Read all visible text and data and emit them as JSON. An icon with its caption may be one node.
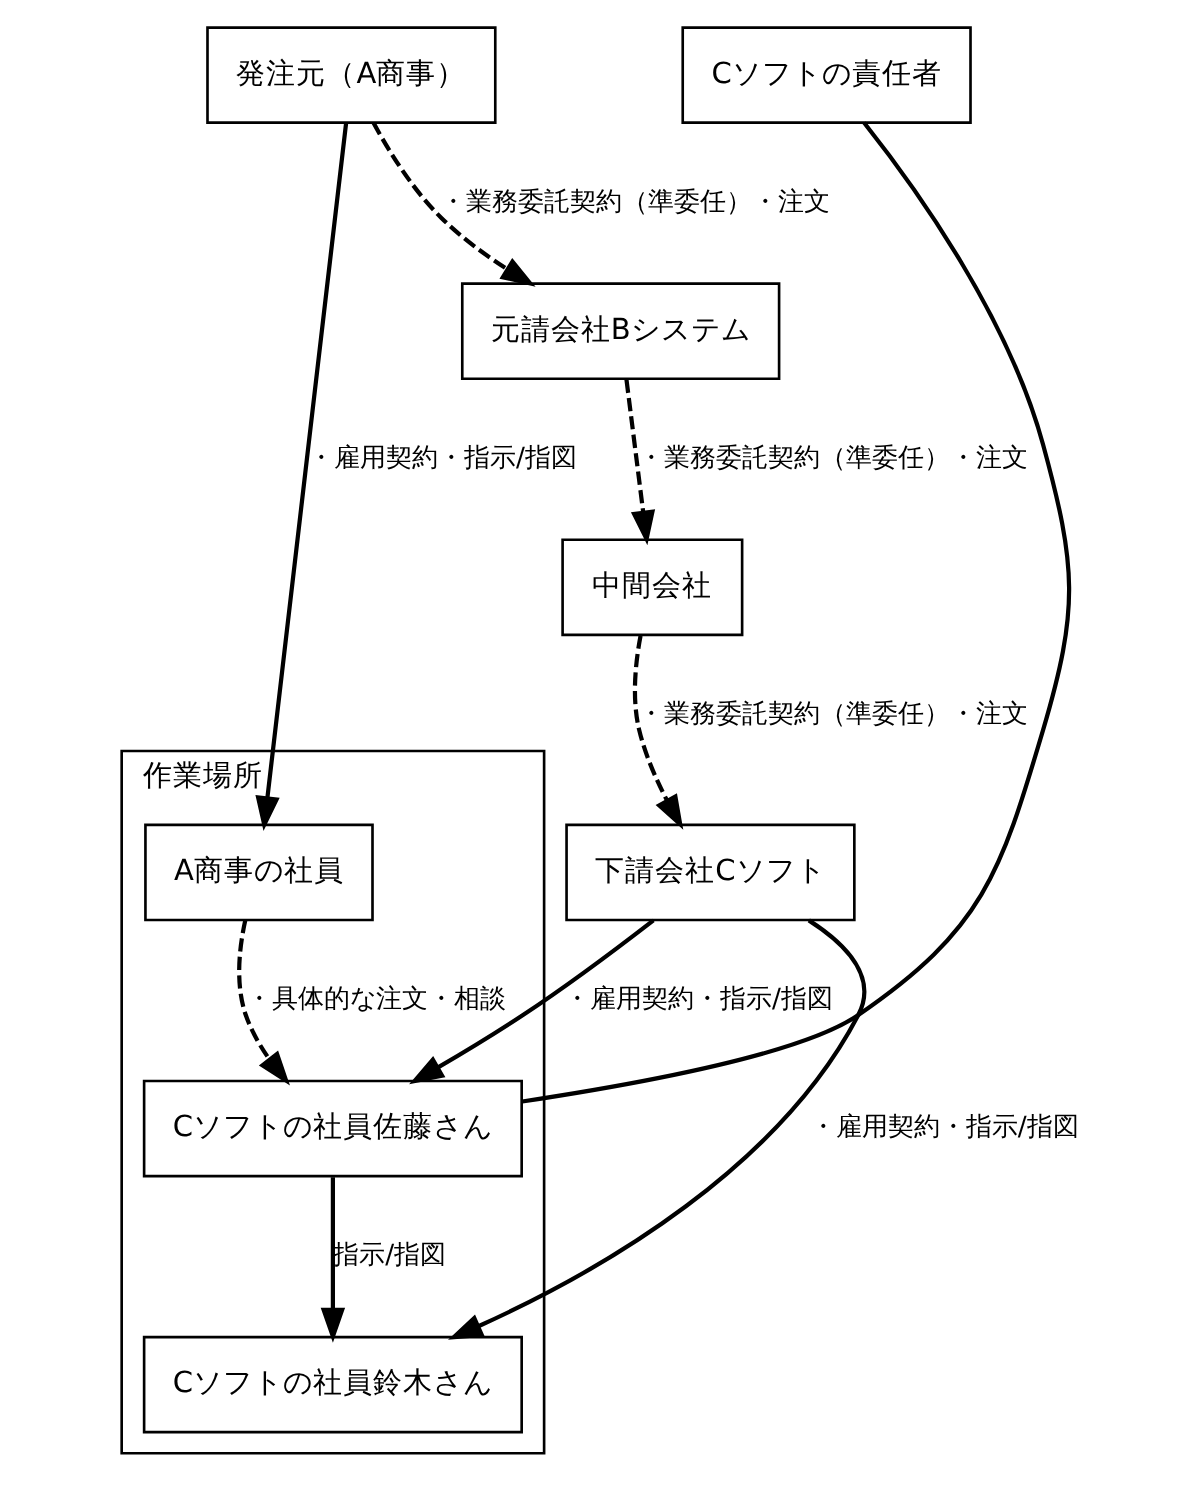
{
  "diagram": {
    "nodes": [
      {
        "text": [
          "発注元（A商事）"
        ]
      },
      {
        "text": [
          "作業場所"
        ]
      },
      {
        "text": [
          "A商事の社員"
        ],
        "in": 1
      },
      {
        "text": [
          "元請会社Bシステム"
        ]
      },
      {
        "text": [
          "中間会社"
        ]
      },
      {
        "text": [
          "下請会社Cソフト"
        ]
      },
      {
        "text": [
          "Cソフトの社員佐藤さん"
        ],
        "in": 1
      },
      {
        "text": [
          "Cソフトの社員鈴木さん"
        ],
        "in": 1
      },
      {
        "text": [
          "Cソフトの責任者"
        ]
      }
    ],
    "edges": [
      {
        "from": 0,
        "to": 2,
        "arrow": "to",
        "label": "・雇用契約・指示/指図"
      },
      {
        "from": 0,
        "to": 3,
        "arrow": "to",
        "style": "dashed",
        "label": "・業務委託契約（準委任）・注文"
      },
      {
        "from": 3,
        "to": 4,
        "arrow": "to",
        "style": "dashed",
        "label": "・業務委託契約（準委任）・注文"
      },
      {
        "from": 4,
        "to": 5,
        "arrow": "to",
        "style": "dashed",
        "label": "・業務委託契約（準委任）・注文"
      },
      {
        "from": 2,
        "to": 6,
        "arrow": "to",
        "style": "dashed",
        "label": "・具体的な注文・相談"
      },
      {
        "from": 5,
        "to": 6,
        "arrow": "to",
        "label": "・雇用契約・指示/指図"
      },
      {
        "from": 5,
        "to": 7,
        "arrow": "to",
        "label": "・雇用契約・指示/指図"
      },
      {
        "from": 6,
        "to": 7,
        "arrow": "to",
        "label": "指示/指図"
      },
      {
        "from": 8,
        "to": 6,
        "arrow": "none"
      }
    ]
  }
}
